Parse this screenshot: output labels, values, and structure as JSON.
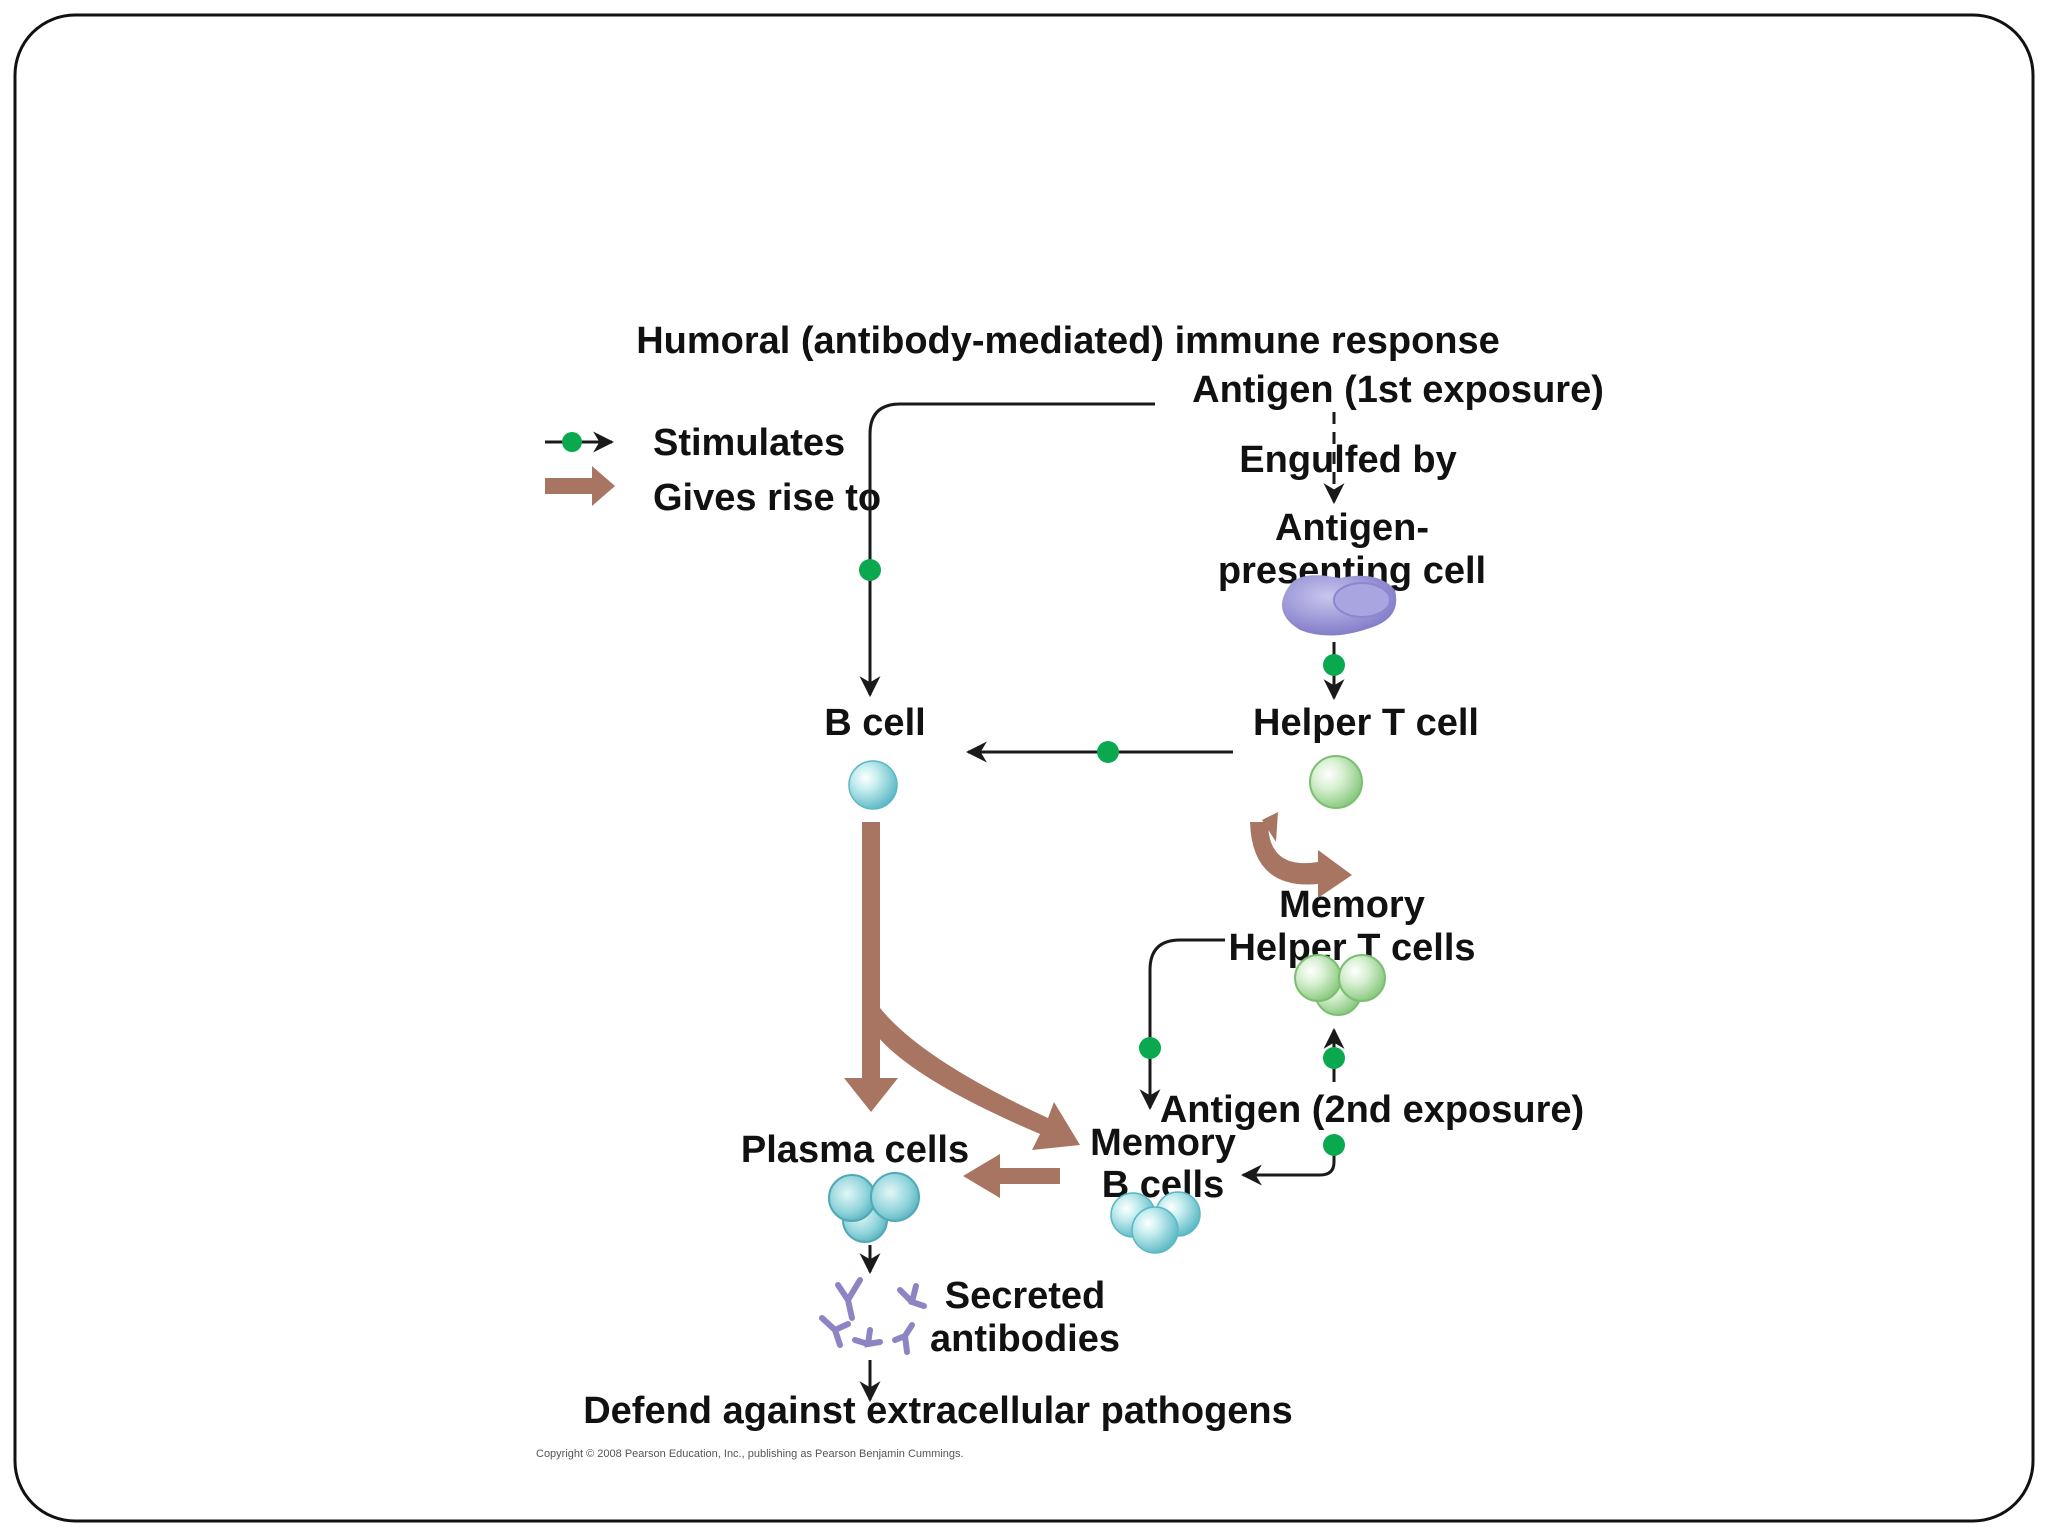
{
  "title": "Humoral (antibody-mediated) immune response",
  "legend": {
    "stimulates": "Stimulates",
    "gives_rise_to": "Gives rise to"
  },
  "nodes": {
    "antigen_first": "Antigen (1st exposure)",
    "engulfed_by": "Engulfed by",
    "apc_line1": "Antigen-",
    "apc_line2": "presenting cell",
    "b_cell": "B cell",
    "helper_t_cell": "Helper T cell",
    "memory_t_line1": "Memory",
    "memory_t_line2": "Helper T cells",
    "antigen_second": "Antigen (2nd exposure)",
    "plasma_cells": "Plasma cells",
    "memory_b_line1": "Memory",
    "memory_b_line2": "B cells",
    "secreted_line1": "Secreted",
    "secreted_line2": "antibodies",
    "defend": "Defend against extracellular pathogens"
  },
  "copyright": "Copyright © 2008 Pearson Education, Inc., publishing as Pearson Benjamin Cummings.",
  "colors": {
    "stimulate_dot": "#0aa84f",
    "gives_rise_arrow": "#a87563",
    "b_cell": "#7fd3d9",
    "helper_t": "#a6dca0",
    "apc": "#9d9ad6",
    "antibody": "#8d84c4",
    "line": "#1a1a1a"
  }
}
